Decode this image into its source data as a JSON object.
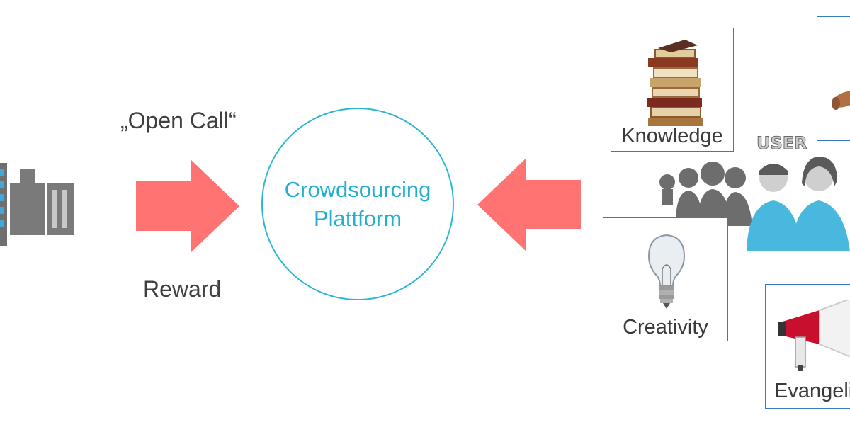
{
  "left": {
    "open_call": "„Open Call“",
    "reward": "Reward"
  },
  "platform": {
    "line1": "Crowdsourcing",
    "line2": "Plattform"
  },
  "user_label": "USER",
  "cards": {
    "knowledge": "Knowledge",
    "creativity": "Creativity",
    "evangelism": "Evangeli"
  },
  "colors": {
    "arrow": "#ff7373",
    "platform": "#2bb7d4",
    "card_border": "#3a78c2",
    "user_blue": "#48b8de",
    "crowd_gray": "#6d6d6d",
    "building_gray": "#7a7a7a"
  }
}
